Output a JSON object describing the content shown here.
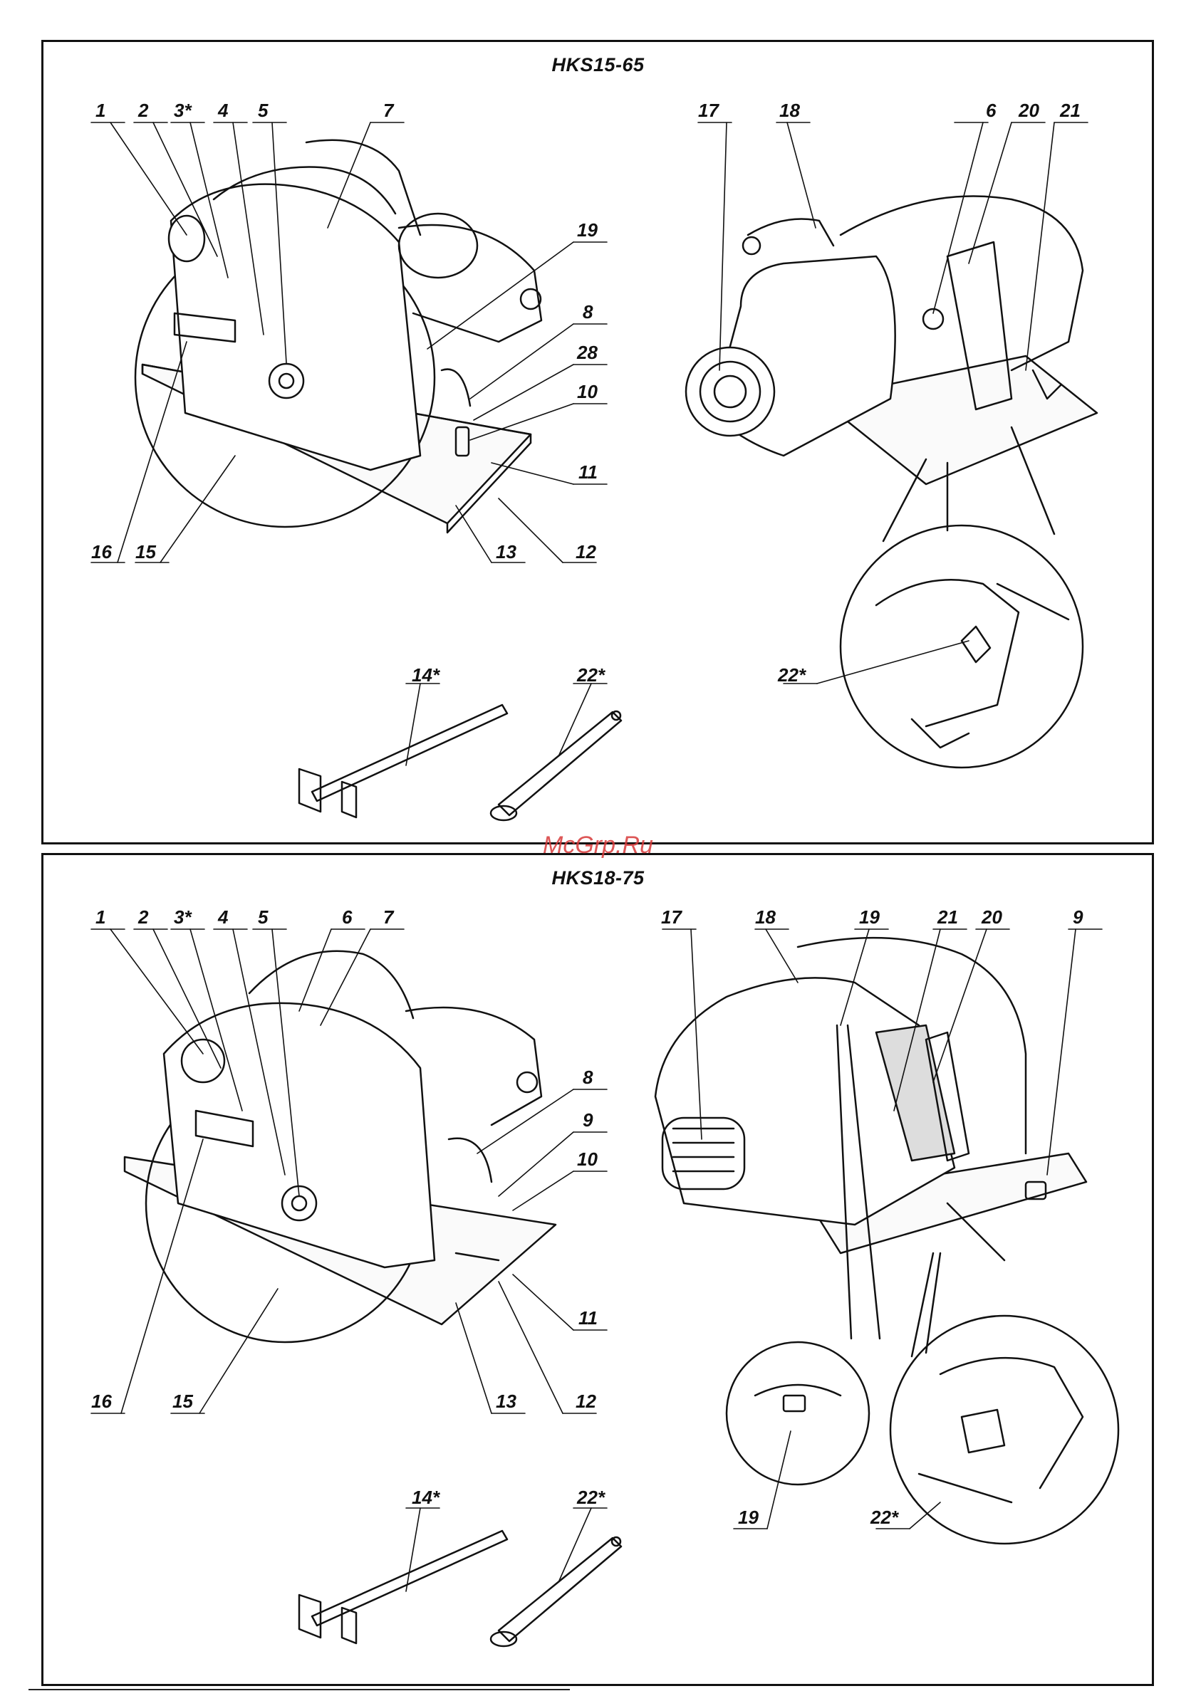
{
  "watermark": "McGrp.Ru",
  "top": {
    "title": "HKS15-65",
    "labels": [
      "1",
      "2",
      "3*",
      "4",
      "5",
      "7",
      "19",
      "8",
      "28",
      "10",
      "11",
      "16",
      "15",
      "13",
      "12",
      "17",
      "18",
      "6",
      "20",
      "21",
      "22*",
      "14*",
      "22*"
    ]
  },
  "bottom": {
    "title": "HKS18-75",
    "labels": [
      "1",
      "2",
      "3*",
      "4",
      "5",
      "6",
      "7",
      "8",
      "9",
      "10",
      "11",
      "16",
      "15",
      "13",
      "12",
      "17",
      "18",
      "19",
      "21",
      "20",
      "9",
      "19",
      "22*",
      "14*",
      "22*"
    ]
  }
}
